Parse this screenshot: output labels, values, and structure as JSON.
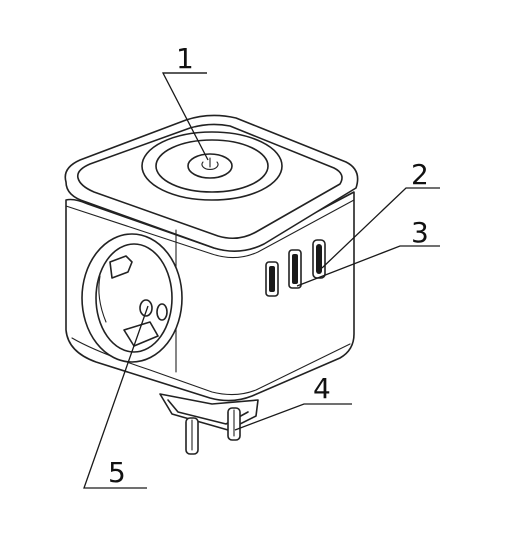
{
  "callouts": [
    {
      "id": "1",
      "text": "1"
    },
    {
      "id": "2",
      "text": "2"
    },
    {
      "id": "3",
      "text": "3"
    },
    {
      "id": "4",
      "text": "4"
    },
    {
      "id": "5",
      "text": "5"
    }
  ],
  "colors": {
    "line": "#222222",
    "background": "#ffffff"
  }
}
